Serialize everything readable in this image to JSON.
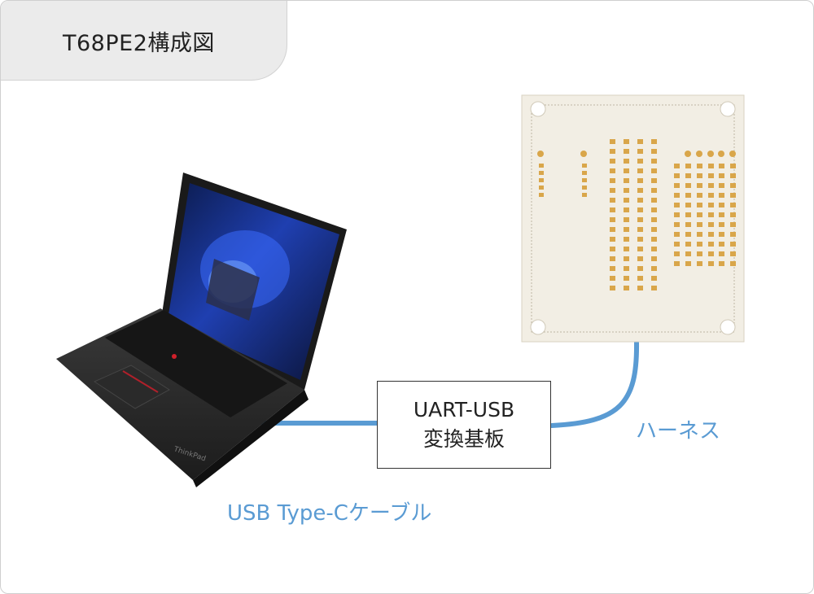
{
  "title": "T68PE2構成図",
  "converter": {
    "line1": "UART-USB",
    "line2": "変換基板"
  },
  "labels": {
    "cable": "USB Type-Cケーブル",
    "harness": "ハーネス"
  },
  "colors": {
    "cable": "#5a9bd3",
    "title_bg": "#ebebeb",
    "board_bg": "#f2eee4",
    "pad": "#d9a64a"
  }
}
